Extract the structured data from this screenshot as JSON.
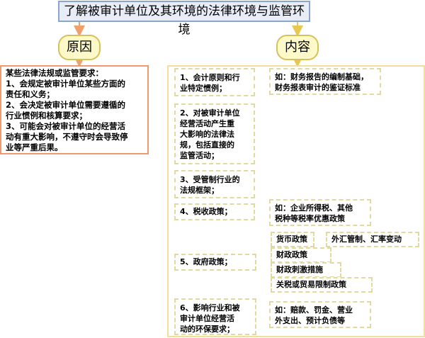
{
  "title": "了解被审计单位及其环境的法律环境与监管环境",
  "left_heading": "原因",
  "right_heading": "内容",
  "cause_lines": [
    "某些法律法规或监管要求：",
    "1、会规定被审计单位某些方面的",
    "责任和义务；",
    "2、会决定被审计单位需要遵循的",
    "行业惯例和核算要求；",
    "3、可能会对被审计单位的经营活",
    "动有重大影响，不遵守时会导致停",
    "业等严重后果。"
  ],
  "items": [
    {
      "lines": [
        "1、会计原则和行",
        "业特定惯例；"
      ]
    },
    {
      "lines": [
        "2、对被审计单位",
        "经营活动产生重",
        "大影响的法律法",
        "规，包括直接的",
        "监管活动；"
      ]
    },
    {
      "lines": [
        "3、受管制行业的",
        "法规框架；"
      ]
    },
    {
      "lines": [
        "4、税收政策；"
      ]
    },
    {
      "lines": [
        "5、政府政策；"
      ]
    },
    {
      "lines": [
        "6、影响行业和被",
        "审计单位经营活",
        "动的环保要求；"
      ]
    }
  ],
  "examples": {
    "ex1": [
      "如：财务报告的编制基础，",
      "财务报表审计的鉴证标准"
    ],
    "ex4": [
      "如：企业所得税、其他",
      "税种等税率优惠政策"
    ],
    "ex6": [
      "如：赔款、罚金、营业",
      "外支出、预计负债等"
    ],
    "policy_monetary": "货币政策",
    "policy_forex": "外汇管制、汇率变动",
    "policy_fiscal": "财政政策",
    "policy_stimulus": "财政刺激措施",
    "policy_trade": "关税或贸易限制政策"
  },
  "colors": {
    "title_border": "#8aa6c8",
    "heading_border": "#d7c15a",
    "cause_border": "#f0986e",
    "arrow_orange": "#f0a06a",
    "arrow_yellow": "#e8c850"
  }
}
